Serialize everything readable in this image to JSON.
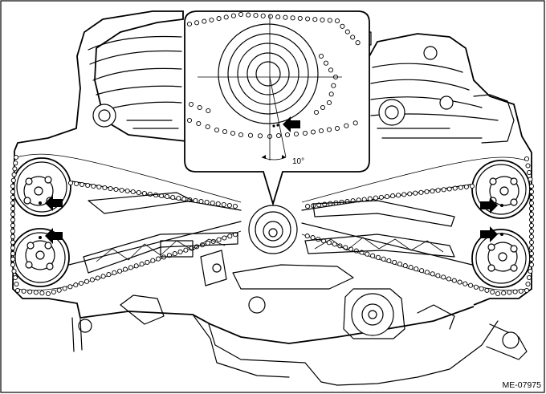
{
  "figure": {
    "code": "ME-07975",
    "angle_label": "10°"
  },
  "marks": {
    "arrow_count": 5
  }
}
